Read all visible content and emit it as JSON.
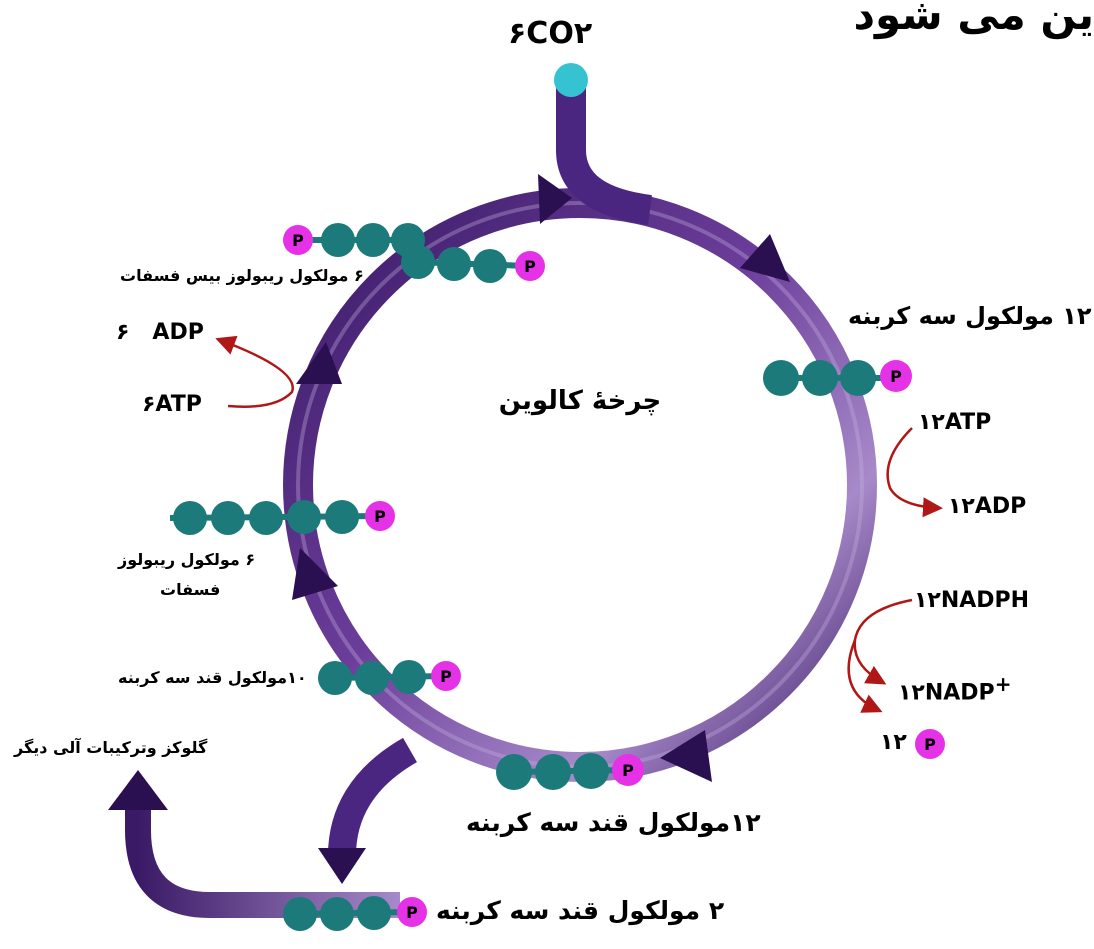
{
  "header_partial": "ین می شود",
  "inputs": {
    "co2": "۶CO۲"
  },
  "cycle": {
    "title": "چرخهٔ کالوین"
  },
  "labels": {
    "three_carbon_12": "۱۲ مولکول سه کربنه",
    "atp_12": "۱۲ATP",
    "adp_12": "۱۲ADP",
    "nadph_12": "۱۲NADPH",
    "nadp_12": "۱۲NADP",
    "nadp_plus": "+",
    "pi_12": "۱۲",
    "sugar3c_12": "۱۲مولکول قند سه کربنه",
    "sugar3c_2": "۲ مولکول قند سه کربنه",
    "glucose_out": "گلوکز وترکیبات آلی دیگر",
    "sugar3c_10": "۱۰مولکول قند سه کربنه",
    "ribulose_p_line1": "۶ مولکول ریبولوز",
    "ribulose_p_line2": "فسفات",
    "atp_6": "۶ATP",
    "adp_6_num": "۶",
    "adp_6_text": "ADP",
    "rubp": "۶ مولکول ریبولوز بیس فسفات",
    "phosphate": "P"
  },
  "colors": {
    "ring_dark": "#3a1a66",
    "ring_mid": "#6b3d9a",
    "ring_light": "#a78ac9",
    "carbon": "#1d7a7a",
    "phosphate": "#e632e6",
    "co2_atom": "#36c3d1",
    "energy_arrow": "#b01818"
  }
}
